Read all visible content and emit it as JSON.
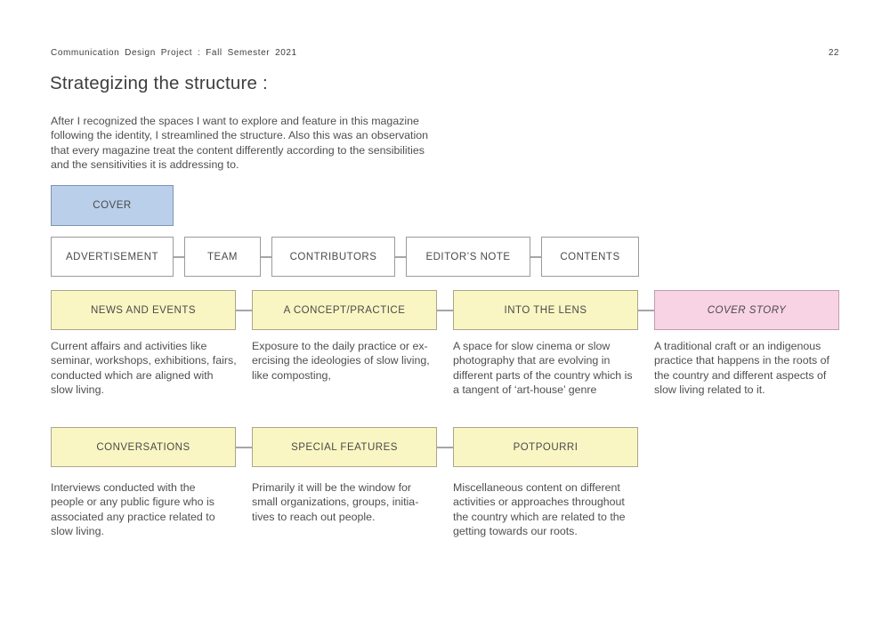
{
  "page": {
    "running_header": "Communication Design Project : Fall Semester 2021",
    "page_number": "22",
    "title": "Strategizing the structure :",
    "intro": "After I recognized the spaces I want to explore and feature in this magazine\nfollowing the identity, I streamlined the structure. Also this was an observation\nthat every magazine treat the content differently according to the sensibilities\nand the sensitivities it is addressing to."
  },
  "colors": {
    "blue_fill": "#b9cfea",
    "blue_border": "#7e93b4",
    "yellow_fill": "#faf6c3",
    "yellow_border": "#aaa68a",
    "pink_fill": "#f8d3e3",
    "pink_border": "#c09cb0",
    "white_border": "#9b9b9b",
    "connector": "#a6a6a6"
  },
  "diagram": {
    "cover": {
      "label": "COVER"
    },
    "row2": [
      {
        "label": "ADVERTISEMENT"
      },
      {
        "label": "TEAM"
      },
      {
        "label": "CONTRIBUTORS"
      },
      {
        "label": "EDITOR’S NOTE"
      },
      {
        "label": "CONTENTS"
      }
    ],
    "row3": [
      {
        "label": "NEWS AND EVENTS",
        "desc": "Current affairs and activities like\nseminar, workshops, exhibitions, fairs,\nconducted which are aligned with\nslow living."
      },
      {
        "label": "A CONCEPT/PRACTICE",
        "desc": "Exposure to the daily practice or ex-\nercising the ideologies of slow living,\nlike composting,"
      },
      {
        "label": "INTO THE LENS",
        "desc": "A space for slow cinema or slow\nphotography that are evolving in\ndifferent parts of the country which is\na tangent of ‘art-house’ genre"
      },
      {
        "label": "COVER STORY",
        "desc": "A traditional craft or an indigenous\npractice that happens in the roots of\nthe country and different aspects of\nslow living related to it."
      }
    ],
    "row4": [
      {
        "label": "CONVERSATIONS",
        "desc": "Interviews conducted with the\npeople or any public figure who is\nassociated any practice related to\nslow living."
      },
      {
        "label": "SPECIAL FEATURES",
        "desc": "Primarily it will be the window for\nsmall organizations, groups, initia-\ntives to reach out people."
      },
      {
        "label": "POTPOURRI",
        "desc": "Miscellaneous content on different\nactivities or approaches throughout\nthe country which are related to the\ngetting towards our roots."
      }
    ]
  }
}
